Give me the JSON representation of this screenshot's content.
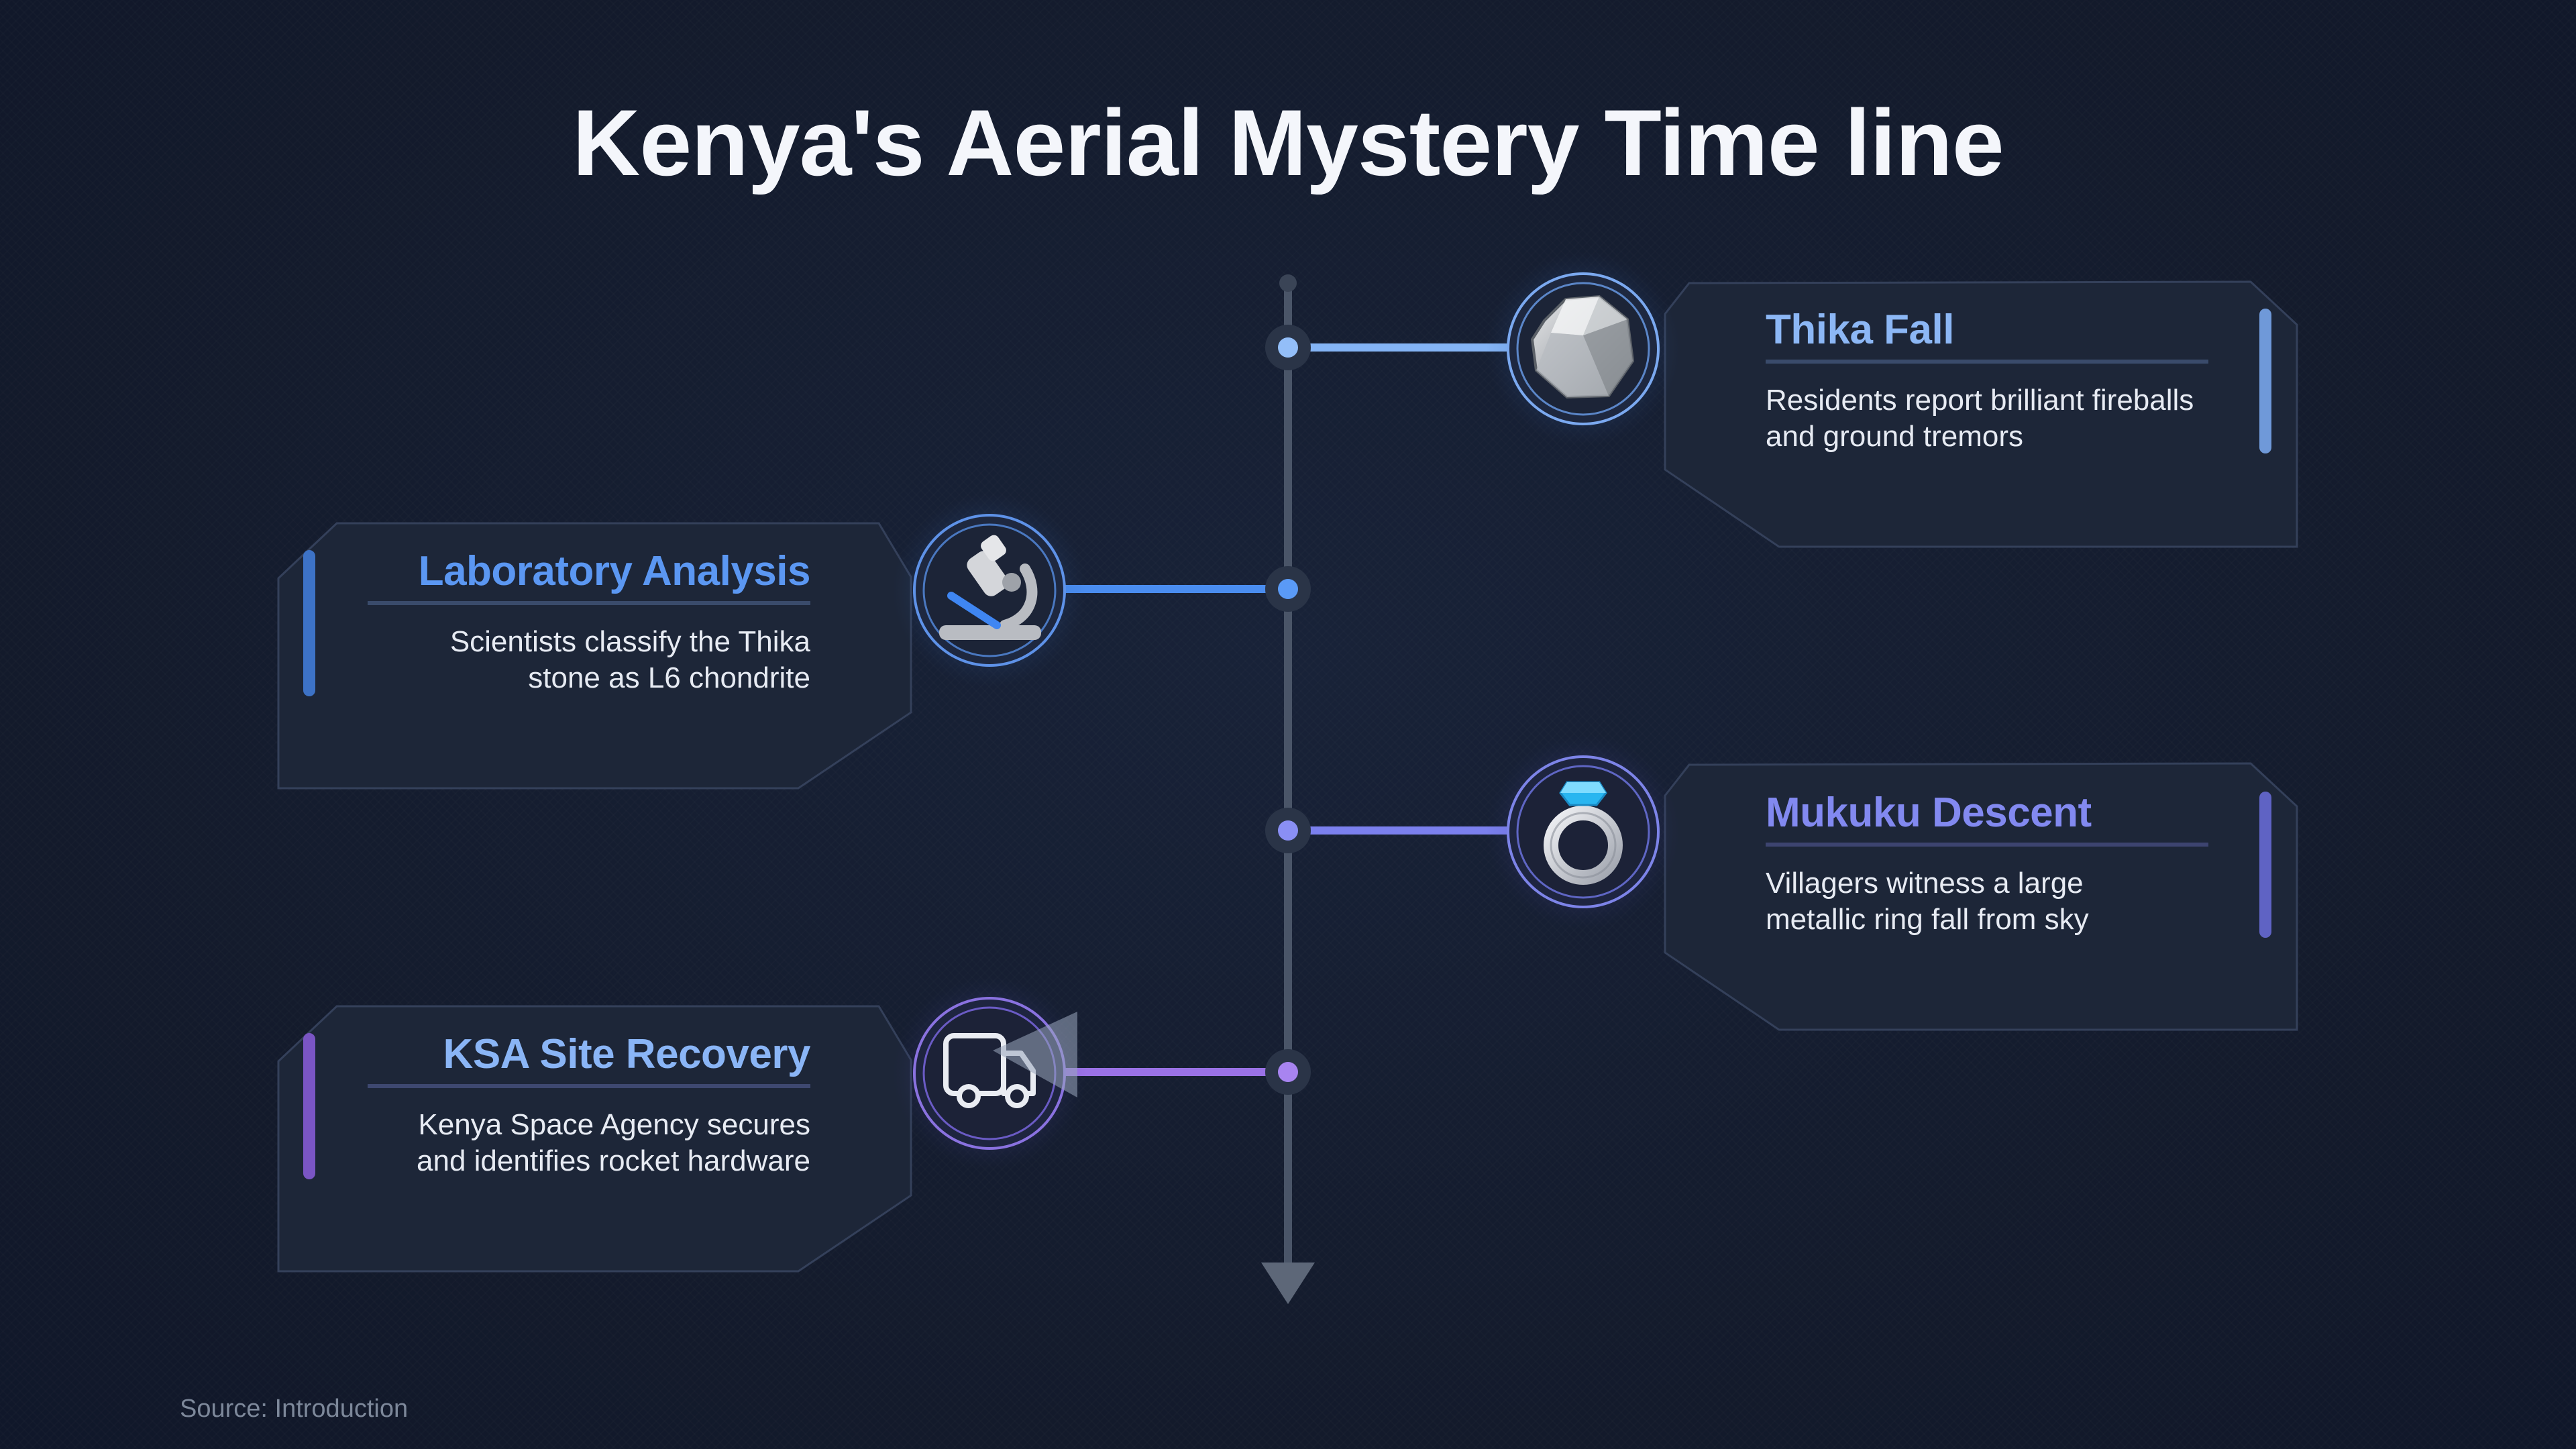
{
  "title": "Kenya's Aerial Mystery Time line",
  "source": "Source: Introduction",
  "colors": {
    "background": "#151d2e",
    "card": "#1d2638",
    "axis": "#4a5568",
    "event1_accent": "#8cb7f5",
    "event2_accent": "#4f8ff0",
    "event3_accent": "#7f86f0",
    "event4_accent": "#9a77e8"
  },
  "events": [
    {
      "title": "Thika Fall",
      "description": "Residents report brilliant fireballs and ground tremors",
      "icon": "rock-icon",
      "side": "right",
      "color": "#8cb7f5"
    },
    {
      "title": "Laboratory Analysis",
      "description": "Scientists classify the Thika stone as L6 chondrite",
      "icon": "microscope-icon",
      "side": "left",
      "color": "#5b97f2"
    },
    {
      "title": "Mukuku Descent",
      "description": "Villagers witness a large metallic ring fall from sky",
      "icon": "ring-icon",
      "side": "right",
      "color": "#8289f0"
    },
    {
      "title": "KSA Site Recovery",
      "description": "Kenya Space Agency secures and identifies rocket hardware",
      "icon": "truck-icon",
      "side": "left",
      "color": "#8ab5f6"
    }
  ]
}
